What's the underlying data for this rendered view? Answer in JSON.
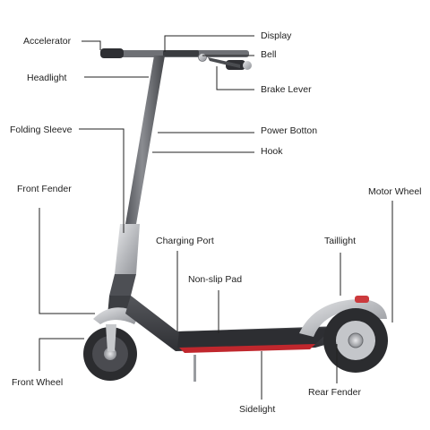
{
  "labels": {
    "accelerator": "Accelerator",
    "headlight": "Headlight",
    "folding_sleeve": "Folding Sleeve",
    "front_fender": "Front Fender",
    "front_wheel": "Front Wheel",
    "display": "Display",
    "bell": "Bell",
    "brake_lever": "Brake Lever",
    "power_button": "Power Botton",
    "hook": "Hook",
    "motor_wheel": "Motor Wheel",
    "charging_port": "Charging Port",
    "taillight": "Taillight",
    "non_slip_pad": "Non-slip Pad",
    "rear_fender": "Rear Fender",
    "sidelight": "Sidelight"
  },
  "colors": {
    "frame": "#5a5c61",
    "frame_dark": "#3a3b3f",
    "silver": "#c9cbce",
    "tire": "#2b2c2f",
    "deck": "#3f4045",
    "sidelight": "#c0272d",
    "leader_line": "#222222"
  }
}
